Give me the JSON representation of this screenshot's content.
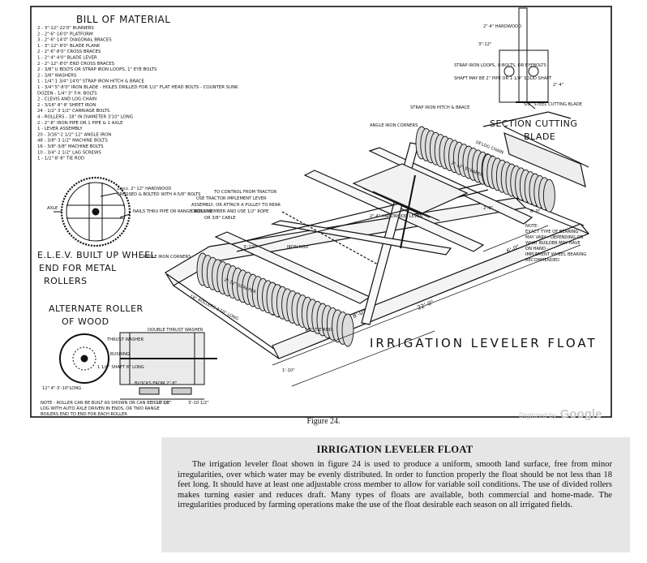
{
  "drawing": {
    "bill_title": "BILL OF MATERIAL",
    "bill_items": [
      "2 - 3\"·12\"·22'0\"  RUNNERS",
      "2 - 2\"·6\"·16'0\"  PLATFORM",
      "3 - 2\"·6\"·14'0\"  DIAGONAL BRACES",
      "1 - 3\"·12\"·8'0\"  BLADE PLANK",
      "2 - 2\"·6\"·8'0\"  CROSS BRACES",
      "1 - 2\"·4\"·4'0\"  BLADE LEVER",
      "2 - 2\"·12\"·8'0\"  END CROSS BRACES",
      "2 - 3/8\" U BOLTS OR STRAP IRON LOOPS, 1\" EYE BOLTS",
      "2 - 3/8\" WASHERS",
      "1 - 1/4\"·1 3/4\"·14'0\" STRAP IRON HITCH & BRACE",
      "1 - 3/4\"·5\"·8'0\" IRON BLADE - HOLES DRILLED FOR 1/2\" FLAT HEAD BOLTS - COUNTER SUNK",
      "DOZEN - 1/4\"·3\" F.H. BOLTS",
      "2 - CLEVIS AND LOG CHAIN",
      "2 - 3/16\"·8\"·8' SHEET IRON",
      "24 - 1/2\"·3 1/2\" CARRIAGE BOLTS",
      "4 - ROLLERS - 18\" IN DIAMETER 3'10\" LONG",
      "2 - 2\"·8\" IRON PIPE OR 1 PIPE & 1 AXLE",
      "1 - LEVER ASSEMBLY",
      "20 - 3/16\"·2 1/2\"·12\" ANGLE IRON",
      "48 - 3/8\"·3 1/2\" MACHINE BOLTS",
      "16 - 3/8\"·3/8\" MACHINE BOLTS",
      "10 - 3/4\"·2 1/2\" LAG SCREWS",
      "1 - 1/2\"·8'·8\" TIE ROD"
    ],
    "wheel_note_1": "2 pcs. 2\"·12\" HARDWOOD CROSSED & BOLTED WITH 4-5/8\" BOLTS",
    "wheel_note_2": "NAILS THRU PIPE OR RANGE BOILERS",
    "axle_label": "AXLE",
    "wheel_title_1": "E.L.E.V. BUILT UP WHEEL",
    "wheel_title_2": "END FOR METAL",
    "wheel_title_3": "ROLLERS",
    "alt_title_1": "ALTERNATE ROLLER",
    "alt_title_2": "OF WOOD",
    "alt_labels": [
      "DOUBLE THRUST WASHER",
      "THRUST WASHER",
      "BUSHING",
      "1 1/4\" SHAFT 8\" LONG",
      "BLOCKS FROM 2\"·8\"",
      "12\"·4\"·3'-10\"LONG",
      "3'-10 1/2\"",
      "3'-10 1/2\""
    ],
    "roller_note": "NOTE - ROLLER CAN BE BUILT AS SHOWN OR CAN BE CUT OF LOG WITH AUTO AXLE DRIVEN IN ENDS, OR TWO RANGE BOILERS END TO END FOR EACH ROLLER",
    "tractor_note": "TO CONTROL FROM TRACTOR USE TRACTOR IMPLEMENT LEVER ASSEMBLY, OR ATTACH A PULLEY TO REAR CROSS MEMBER AND USE 1/2\" ROPE OR 3/8\" CABLE",
    "lever_label": "2\"·4\" HARDWOOD LEVER",
    "strap_label": "STRAP IRON HITCH & BRACE",
    "angle_label": "ANGLE IRON CORNERS",
    "angle_label_2": "ANGLE IRON CORNERS",
    "chain_label": "18'LOG CHAIN",
    "scraper_label": "2\"·12\" SCRAPER",
    "scraper_label_2": "2\"·12\" SCRAPER",
    "iron_rod": "IRON ROD",
    "tie_rod": "1/2\" TIE ROD",
    "rollers_label": "18\" ROLLERS 3'10\" LONG",
    "corner_note": "NOTE: EXACT TYPE OF BEARING MAY VARY - DEPENDING ON WHAT BUILDER MAY HAVE ON HAND - IMPLEMENT WHEEL BEARING RECOMMENDED",
    "section_title_1": "SECTION CUTTING",
    "section_title_2": "BLADE",
    "section_labels": [
      "2\"·4\" HARDWOOD",
      "3\"·12\"",
      "STRAP IRON LOOPS, U-BOLTS, OR EYEBOLTS",
      "SHAFT MAY BE 2\" PIPE OR 1 1/4\" SOLID SHAFT",
      "5/8\" STEEL CUTTING BLADE",
      "2\"·4\""
    ],
    "dims": [
      "22'-0\"",
      "8'-0\"",
      "6'-0\"",
      "8'-0\"",
      "2'-0\"",
      "1'-10\"",
      "3'-10\"",
      "2'-8\"",
      "6'-0\"",
      "5'-10\"",
      "3'-12\"",
      "2'-8\""
    ],
    "main_title": "IRRIGATION  LEVELER  FLOAT"
  },
  "caption": "Figure 24.",
  "watermark_prefix": "Digitized by",
  "watermark_brand": "Google",
  "article": {
    "heading": "IRRIGATION LEVELER FLOAT",
    "body": "The irrigation leveler float shown in figure 24 is used to produce a uniform, smooth land surface, free from minor irregularities, over which water may be evenly distributed. In order to function properly the float should be not less than 18 feet long. It should have at least one adjustable cross member to allow for variable soil conditions. The use of divided rollers makes turning easier and reduces draft. Many types of floats are available, both commercial and home-made. The irregularities produced by farming operations make the use of the float desirable each season on all irrigated fields."
  }
}
